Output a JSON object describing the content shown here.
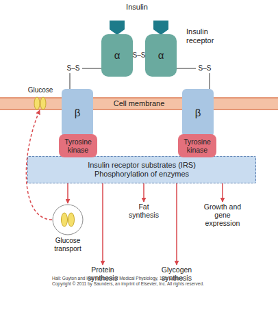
{
  "diagram": {
    "nodes": [
      {
        "text": [
          "α"
        ]
      },
      {
        "text": [
          "α"
        ]
      },
      {
        "text": [
          "β"
        ]
      },
      {
        "text": [
          "Cell membrane"
        ]
      },
      {
        "text": [
          "β"
        ]
      },
      {
        "text": [
          "Tyrosine kinase"
        ]
      },
      {
        "text": [
          "Tyrosine kinase"
        ]
      },
      {
        "text": [
          "Insulin receptor substrates (IRS)",
          "Phosphorylation of enzymes"
        ]
      },
      {
        "text": [
          "Glucose transport"
        ]
      },
      {
        "text": [
          "Protein synthesis"
        ]
      },
      {
        "text": [
          "Fat synthesis"
        ]
      },
      {
        "text": [
          "Glycogen synthesis"
        ]
      },
      {
        "text": [
          "Growth and gene expression"
        ]
      }
    ],
    "edges": [
      {
        "from": 7,
        "to": 8,
        "arrow": "to"
      },
      {
        "from": 7,
        "to": 9,
        "arrow": "to"
      },
      {
        "from": 7,
        "to": 10,
        "arrow": "to"
      },
      {
        "from": 7,
        "to": 11,
        "arrow": "to"
      },
      {
        "from": 7,
        "to": 12,
        "arrow": "to"
      },
      {
        "from": 8,
        "to": 3,
        "arrow": "to"
      }
    ],
    "labels": [
      "Insulin",
      "Insulin receptor",
      "S–S",
      "S–S",
      "S–S",
      "Glucose",
      "Hall: Guyton and Hall Textbook of Medical Physiology, 12th Edition",
      "Copyright © 2011 by Saunders, an imprint of Elsevier, Inc. All rights reserved."
    ]
  }
}
